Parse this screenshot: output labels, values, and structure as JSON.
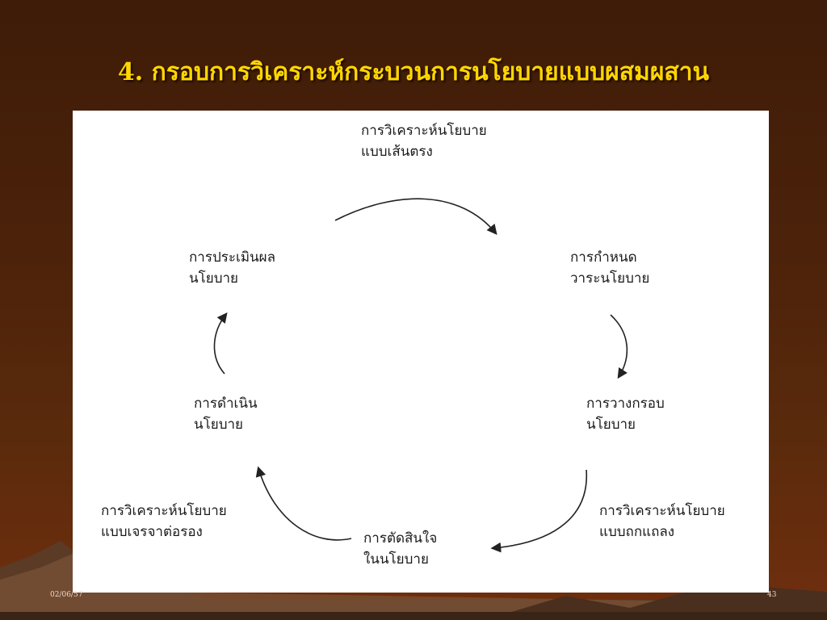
{
  "title": "4. กรอบการวิเคราะห์กระบวนการนโยบายแบบผสมผสาน",
  "nodes": {
    "linear": {
      "line1": "การวิเคราะห์นโยบาย",
      "line2": "แบบเส้นตรง"
    },
    "agenda": {
      "line1": "การกำหนด",
      "line2": "วาระนโยบาย"
    },
    "framing": {
      "line1": "การวางกรอบ",
      "line2": "นโยบาย"
    },
    "debate": {
      "line1": "การวิเคราะห์นโยบาย",
      "line2": "แบบถกแถลง"
    },
    "decision": {
      "line1": "การตัดสินใจ",
      "line2": "ในนโยบาย"
    },
    "negotiation": {
      "line1": "การวิเคราะห์นโยบาย",
      "line2": "แบบเจรจาต่อรอง"
    },
    "implementation": {
      "line1": "การดำเนิน",
      "line2": "นโยบาย"
    },
    "evaluation": {
      "line1": "การประเมินผล",
      "line2": "นโยบาย"
    }
  },
  "footer": {
    "date": "02/06/57",
    "page": "43"
  },
  "colors": {
    "title": "#ffd700",
    "background": "#4c220a",
    "panel": "#ffffff",
    "arrow": "#222222"
  }
}
